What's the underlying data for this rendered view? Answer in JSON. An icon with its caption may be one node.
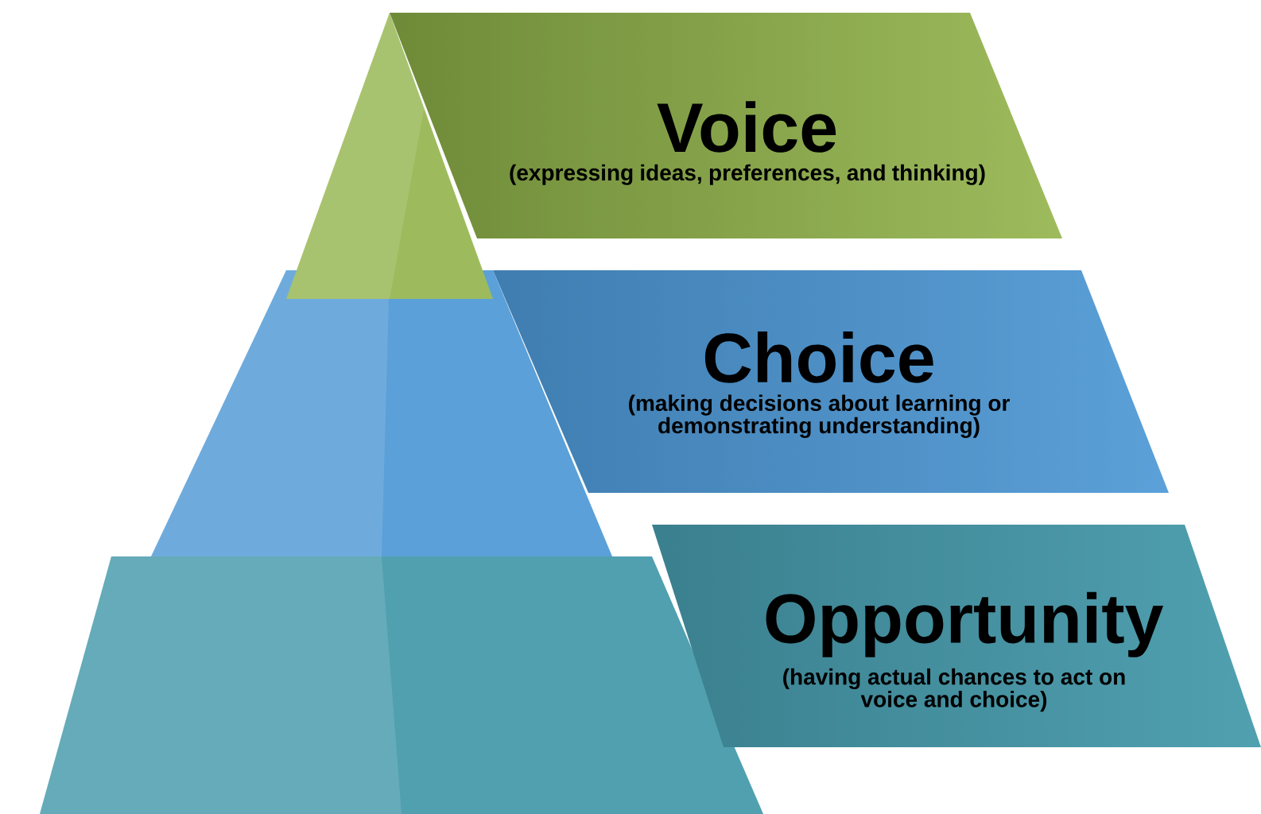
{
  "diagram": {
    "nodes": [
      {
        "text": [
          "Voice",
          "(expressing ideas, preferences, and thinking)"
        ]
      },
      {
        "text": [
          "Choice",
          "(making decisions about learning or demonstrating understanding)"
        ]
      },
      {
        "text": [
          "Opportunity",
          "(having actual chances to act on voice and choice)"
        ]
      }
    ]
  }
}
